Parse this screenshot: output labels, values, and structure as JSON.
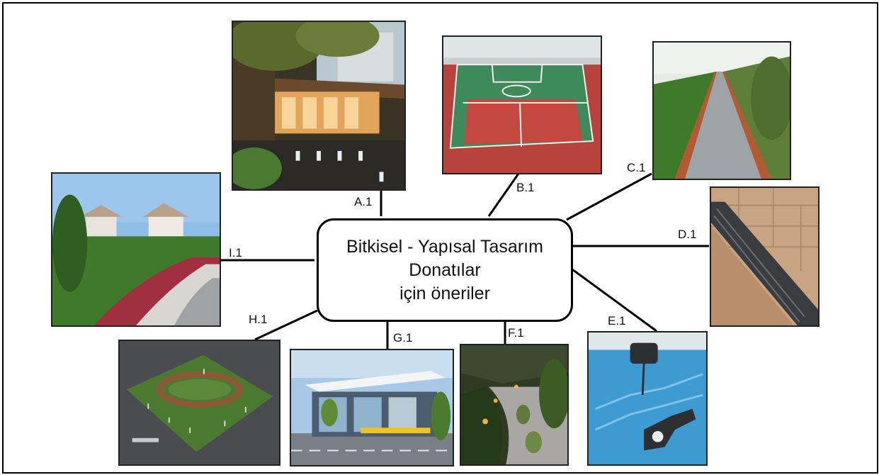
{
  "center": {
    "line1": "Bitkisel - Yapısal Tasarım",
    "line2": "Donatılar",
    "line3": "için öneriler"
  },
  "labels": {
    "a": "A.1",
    "b": "B.1",
    "c": "C.1",
    "d": "D.1",
    "e": "E.1",
    "f": "F.1",
    "g": "G.1",
    "h": "H.1",
    "i": "I.1"
  }
}
